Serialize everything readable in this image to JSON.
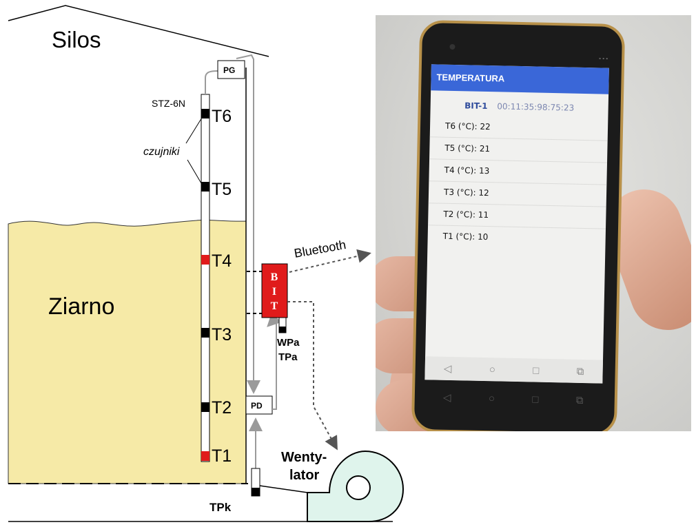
{
  "diagram": {
    "silos_label": "Silos",
    "grain_label": "Ziarno",
    "probe_label": "STZ-6N",
    "sensors_label": "czujniki",
    "sensors": [
      "T6",
      "T5",
      "T4",
      "T3",
      "T2",
      "T1"
    ],
    "pg_label": "PG",
    "pd_label": "PD",
    "bit_letters": [
      "B",
      "I",
      "T"
    ],
    "wpa_label": "WPa",
    "tpa_label": "TPa",
    "tpk_label": "TPk",
    "bluetooth_label": "Bluetooth",
    "fan_label_1": "Wenty-",
    "fan_label_2": "lator",
    "colors": {
      "grain": "#f6eaa7",
      "sensor_normal": "#000000",
      "sensor_highlight": "#e01b1b",
      "bit_box": "#e01b1b",
      "fan": "#dff4ec"
    }
  },
  "phone": {
    "app_title": "TEMPERATURA",
    "device_name": "BIT-1",
    "device_address": "00:11:35:98:75:23",
    "readings": [
      "T6 (°C): 22",
      "T5 (°C): 21",
      "T4 (°C): 13",
      "T3 (°C): 12",
      "T2 (°C): 11",
      "T1 (°C): 10"
    ],
    "nav_icons": [
      "back-icon",
      "home-icon",
      "recents-icon",
      "screen-switch-icon"
    ],
    "colors": {
      "app_bar": "#3a67d8",
      "device_name": "#2f4c9c"
    }
  }
}
